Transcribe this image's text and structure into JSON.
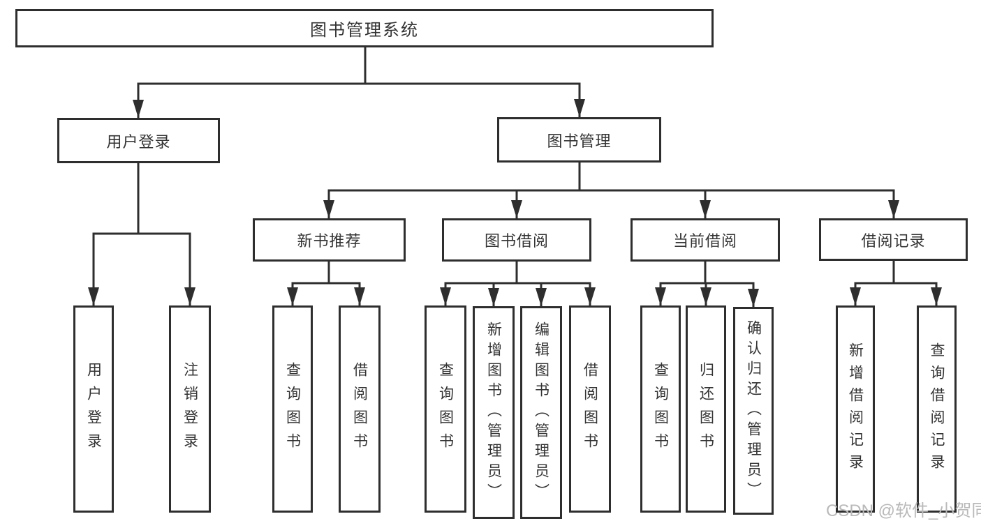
{
  "diagram": {
    "title": "图书管理系统",
    "colors": {
      "line": "#2e2e2e",
      "text": "#333333",
      "box_background": "#ffffff",
      "watermark": "#b9b9b9"
    },
    "root": {
      "label": "图书管理系统"
    },
    "branches": [
      {
        "label": "用户登录",
        "leaves": [
          {
            "label": "用户登录"
          },
          {
            "label": "注销登录"
          }
        ]
      },
      {
        "label": "图书管理",
        "subgroups": [
          {
            "label": "新书推荐",
            "leaves": [
              {
                "label": "查询图书"
              },
              {
                "label": "借阅图书"
              }
            ]
          },
          {
            "label": "图书借阅",
            "leaves": [
              {
                "label": "查询图书"
              },
              {
                "label": "新增图书（管理员）"
              },
              {
                "label": "编辑图书（管理员）"
              },
              {
                "label": "借阅图书"
              }
            ]
          },
          {
            "label": "当前借阅",
            "leaves": [
              {
                "label": "查询图书"
              },
              {
                "label": "归还图书"
              },
              {
                "label": "确认归还（管理员）"
              }
            ]
          },
          {
            "label": "借阅记录",
            "leaves": [
              {
                "label": "新增借阅记录"
              },
              {
                "label": "查询借阅记录"
              }
            ]
          }
        ]
      }
    ]
  },
  "watermark": {
    "text": "CSDN @软件_小贺同学"
  }
}
